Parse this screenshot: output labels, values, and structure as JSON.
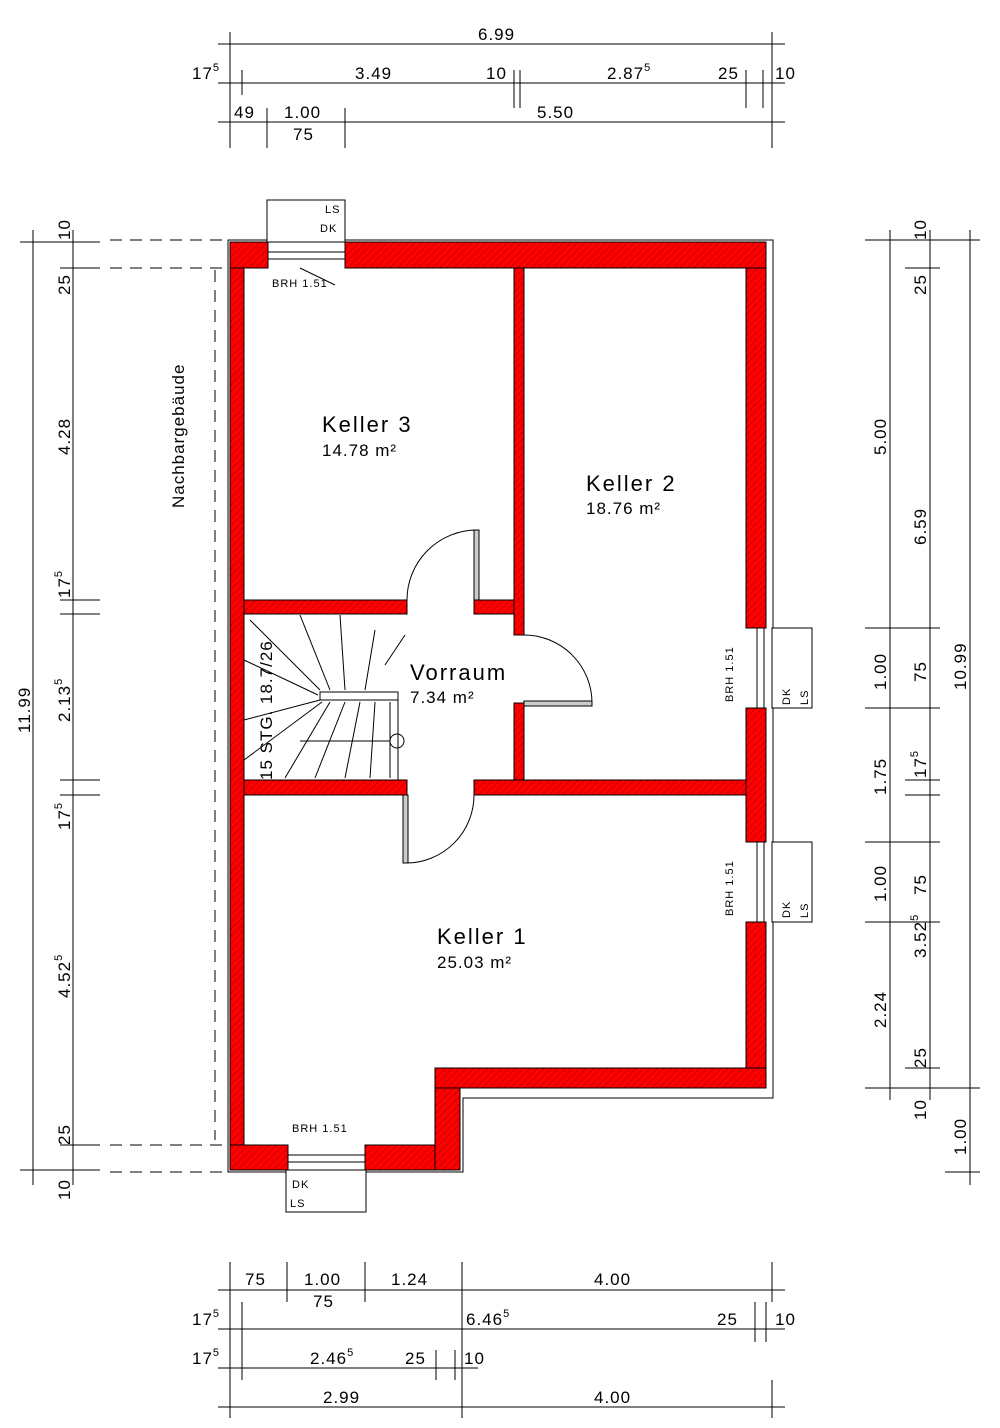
{
  "rooms": {
    "keller3": {
      "name": "Keller 3",
      "area": "14.78 m²"
    },
    "keller2": {
      "name": "Keller 2",
      "area": "18.76 m²"
    },
    "vorraum": {
      "name": "Vorraum",
      "area": "7.34 m²"
    },
    "keller1": {
      "name": "Keller 1",
      "area": "25.03 m²"
    }
  },
  "labels": {
    "neighbour": "Nachbargebäude",
    "stairs": "15 STG. 18.7/26",
    "brh": "BRH 1.51",
    "dk": "DK",
    "ls": "LS"
  },
  "colors": {
    "wall": "#ff0000"
  },
  "dims_top": {
    "total": "6.99",
    "r2": [
      {
        "m": "17",
        "s": "5"
      },
      {
        "m": "3.49",
        "s": ""
      },
      {
        "m": "10",
        "s": ""
      },
      {
        "m": "2.87",
        "s": "5"
      },
      {
        "m": "25",
        "s": ""
      },
      {
        "m": "10",
        "s": ""
      }
    ],
    "r3": [
      {
        "m": "49",
        "s": ""
      },
      {
        "m": "1.00",
        "s": ""
      },
      {
        "m": "75",
        "s": ""
      },
      {
        "m": "5.50",
        "s": ""
      }
    ]
  },
  "dims_bottom": {
    "r1": [
      {
        "m": "75",
        "s": ""
      },
      {
        "m": "1.00",
        "s": ""
      },
      {
        "m": "75",
        "s": ""
      },
      {
        "m": "1.24",
        "s": ""
      },
      {
        "m": "4.00",
        "s": ""
      }
    ],
    "r2": [
      {
        "m": "17",
        "s": "5"
      },
      {
        "m": "6.46",
        "s": "5"
      },
      {
        "m": "25",
        "s": ""
      },
      {
        "m": "10",
        "s": ""
      }
    ],
    "r3": [
      {
        "m": "17",
        "s": "5"
      },
      {
        "m": "2.46",
        "s": "5"
      },
      {
        "m": "25",
        "s": ""
      },
      {
        "m": "10",
        "s": ""
      }
    ],
    "r4": [
      {
        "m": "2.99",
        "s": ""
      },
      {
        "m": "4.00",
        "s": ""
      }
    ]
  },
  "dims_left": {
    "total": "11.99",
    "segs": [
      {
        "m": "10",
        "s": ""
      },
      {
        "m": "25",
        "s": ""
      },
      {
        "m": "4.28",
        "s": ""
      },
      {
        "m": "17",
        "s": "5"
      },
      {
        "m": "2.13",
        "s": "5"
      },
      {
        "m": "17",
        "s": "5"
      },
      {
        "m": "4.52",
        "s": "5"
      },
      {
        "m": "25",
        "s": ""
      },
      {
        "m": "10",
        "s": ""
      }
    ]
  },
  "dims_right": {
    "c1": [
      {
        "m": "5.00",
        "s": ""
      },
      {
        "m": "1.00",
        "s": ""
      },
      {
        "m": "1.75",
        "s": ""
      },
      {
        "m": "1.00",
        "s": ""
      },
      {
        "m": "2.24",
        "s": ""
      }
    ],
    "c2": [
      {
        "m": "10",
        "s": ""
      },
      {
        "m": "25",
        "s": ""
      },
      {
        "m": "6.59",
        "s": ""
      },
      {
        "m": "75",
        "s": ""
      },
      {
        "m": "17",
        "s": "5"
      },
      {
        "m": "75",
        "s": ""
      },
      {
        "m": "3.52",
        "s": "5"
      },
      {
        "m": "25",
        "s": ""
      },
      {
        "m": "10",
        "s": ""
      }
    ],
    "c3": [
      {
        "m": "10.99",
        "s": ""
      },
      {
        "m": "1.00",
        "s": ""
      }
    ]
  }
}
